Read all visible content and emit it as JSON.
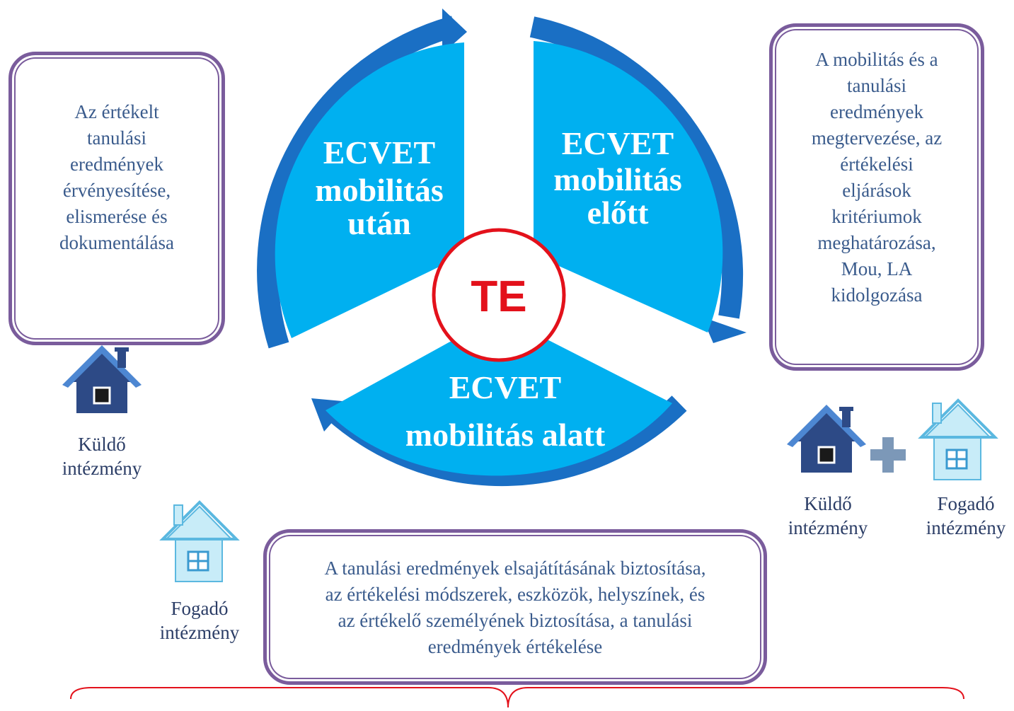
{
  "segments": {
    "after": {
      "line1": "ECVET",
      "line2": "mobilitás",
      "line3": "után"
    },
    "before": {
      "line1": "ECVET",
      "line2": "mobilitás",
      "line3": "előtt"
    },
    "during": {
      "line1": "ECVET",
      "line2": "mobilitás alatt"
    }
  },
  "center_label": "TE",
  "box_left": {
    "lines": [
      "Az értékelt",
      "tanulási",
      "eredmények",
      "érvényesítése,",
      "elismerése és",
      "dokumentálása"
    ]
  },
  "box_right": {
    "lines": [
      "A mobilitás és a",
      "tanulási",
      "eredmények",
      "megtervezése, az",
      "értékelési",
      "eljárások",
      "kritériumok",
      "meghatározása,",
      "Mou, LA",
      "kidolgozása"
    ]
  },
  "box_bottom": {
    "lines": [
      "A tanulási eredmények elsajátításának biztosítása,",
      "az értékelési módszerek, eszközök, helyszínek, és",
      "az értékelő személyének biztosítása, a tanulási",
      "eredmények értékelése"
    ]
  },
  "labels": {
    "left_sender": {
      "line1": "Küldő",
      "line2": "intézmény"
    },
    "left_receiver": {
      "line1": "Fogadó",
      "line2": "intézmény"
    },
    "right_sender": {
      "line1": "Küldő",
      "line2": "intézmény"
    },
    "right_receiver": {
      "line1": "Fogadó",
      "line2": "intézmény"
    }
  },
  "colors": {
    "segment_fill": "#00b0f0",
    "arrow": "#1a6fc4",
    "box_border": "#7a5c9c",
    "te_ring": "#e3111b",
    "brace": "#e3111b",
    "house_dark": "#2d4a86",
    "house_light": "#9adaf2"
  },
  "icons": [
    "house-dark-icon",
    "house-light-icon",
    "plus-icon"
  ]
}
